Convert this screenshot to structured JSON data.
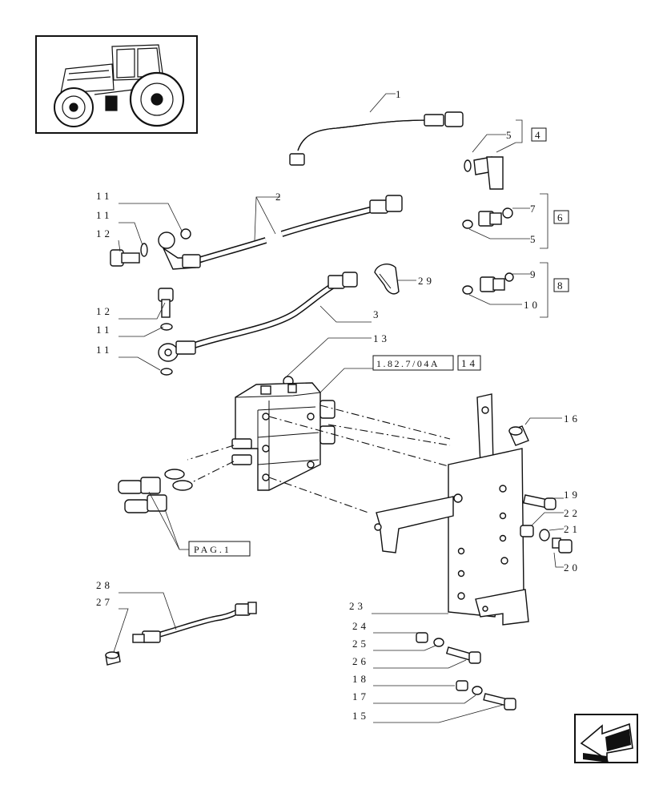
{
  "labels": {
    "p1": "1",
    "p2": "2",
    "p3": "3",
    "p4": "4",
    "p5a": "5",
    "p5b": "5",
    "p6": "6",
    "p7": "7",
    "p8": "8",
    "p9": "9",
    "p10": "10",
    "p11a": "11",
    "p11b": "11",
    "p11c": "11",
    "p11d": "11",
    "p12a": "12",
    "p12b": "12",
    "p13": "13",
    "p14": "14",
    "p15": "15",
    "p16": "16",
    "p17": "17",
    "p18": "18",
    "p19": "19",
    "p20": "20",
    "p21": "21",
    "p22": "22",
    "p23": "23",
    "p24": "24",
    "p25": "25",
    "p26": "26",
    "p27": "27",
    "p28": "28",
    "p29": "29"
  },
  "refs": {
    "page_ref": "1.82.7/04A",
    "pag": "PAG.1"
  },
  "icons": {
    "thumbnail": "tractor-icon",
    "nav": "previous-page-arrow-icon"
  }
}
